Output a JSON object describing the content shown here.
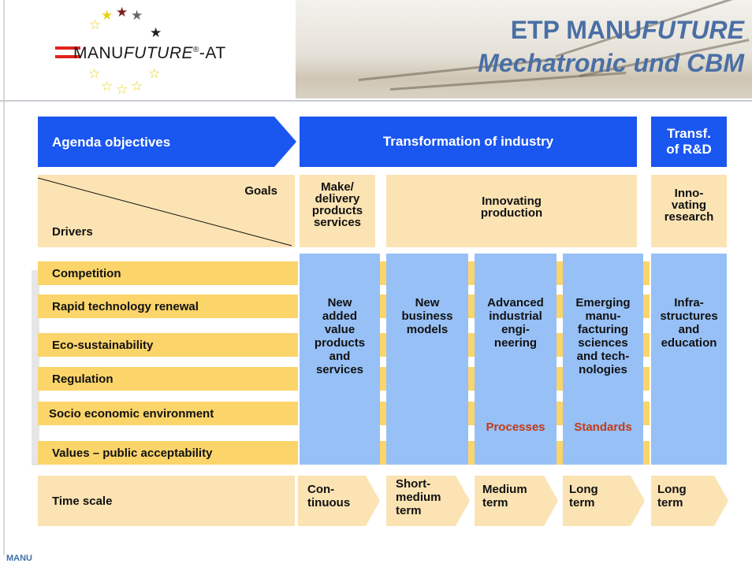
{
  "header": {
    "logo_brand_prefix": "MANU",
    "logo_brand_italic": "FUTURE",
    "logo_brand_suffix": "-AT",
    "logo_reg": "®",
    "title_line1_prefix": "ETP MANU",
    "title_line1_italic": "FUTURE",
    "title_line2": "Mechatronic und CBM"
  },
  "arrows": {
    "agenda": "Agenda objectives",
    "transformation": "Transformation of industry",
    "transf_rd_line1": "Transf.",
    "transf_rd_line2": "of R&D"
  },
  "goals_row": {
    "goals": "Goals",
    "drivers": "Drivers",
    "make_delivery": [
      "Make/",
      "delivery",
      "products",
      "services"
    ],
    "innovating_production": [
      "Innovating",
      "production"
    ],
    "innovating_research": [
      "Inno-",
      "vating",
      "research"
    ]
  },
  "drivers": [
    "Competition",
    "Rapid technology renewal",
    "Eco-sustainability",
    "Regulation",
    "Socio economic environment",
    "Values – public acceptability"
  ],
  "columns": [
    {
      "lines": [
        "New",
        "added",
        "value",
        "products",
        "and",
        "services"
      ],
      "tag": ""
    },
    {
      "lines": [
        "New",
        "business",
        "models"
      ],
      "tag": ""
    },
    {
      "lines": [
        "Advanced",
        "industrial",
        "engi-",
        "neering"
      ],
      "tag": "Processes"
    },
    {
      "lines": [
        "Emerging",
        "manu-",
        "facturing",
        "sciences",
        "and tech-",
        "nologies"
      ],
      "tag": "Standards"
    },
    {
      "lines": [
        "Infra-",
        "structures",
        "and",
        "education"
      ],
      "tag": ""
    }
  ],
  "time_scale": {
    "label": "Time scale",
    "items": [
      [
        "Con-",
        "tinuous"
      ],
      [
        "Short-",
        "medium",
        "term"
      ],
      [
        "Medium",
        "term"
      ],
      [
        "Long",
        "term"
      ],
      [
        "Long",
        "term"
      ]
    ]
  },
  "footer": {
    "text": "MANU"
  },
  "colors": {
    "arrow_blue": "#1a56f0",
    "column_blue": "#97c0f6",
    "driver_gold": "#fbd46a",
    "tan": "#fbe3b3",
    "title_blue": "#4a6fa5",
    "tag_red": "#c23b16"
  }
}
